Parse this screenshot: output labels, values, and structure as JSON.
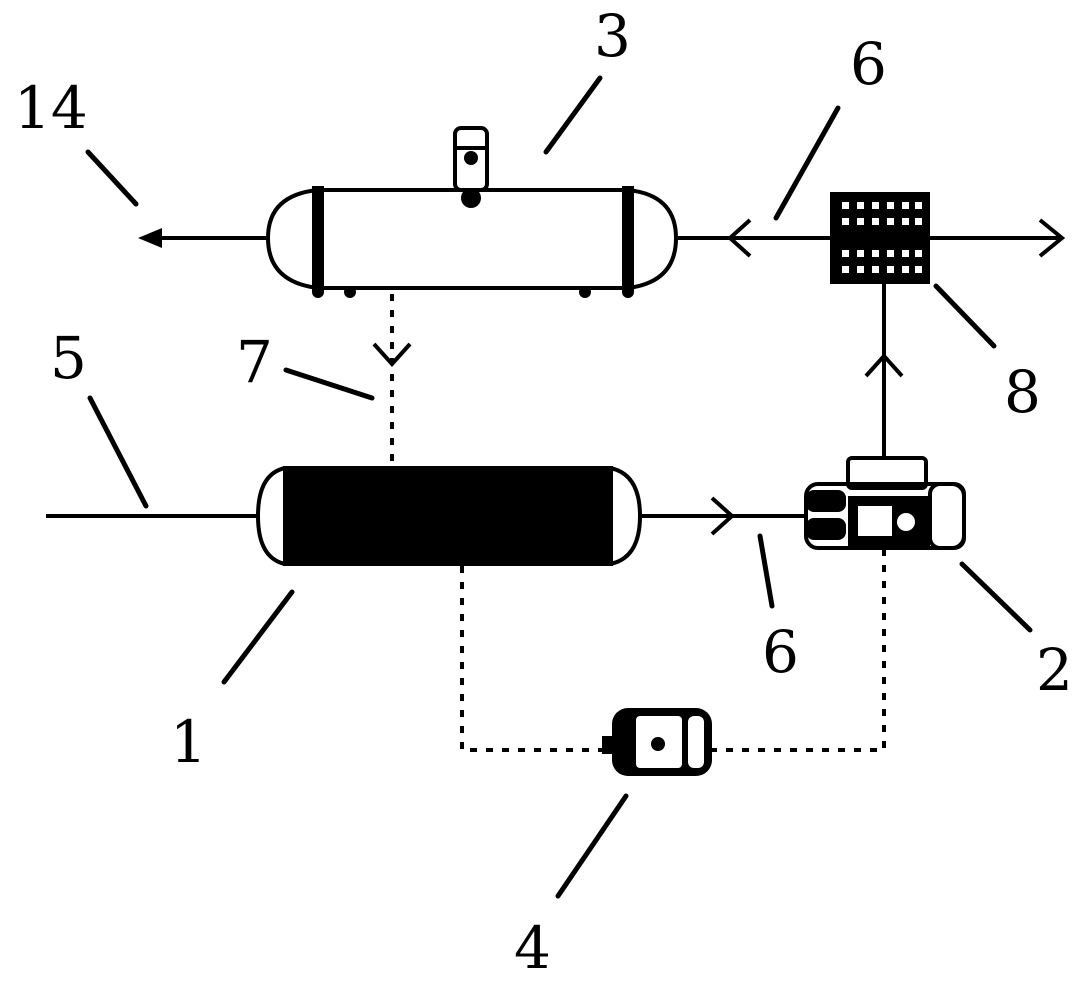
{
  "labels": {
    "l14": "14",
    "l3": "3",
    "l6_top": "6",
    "l5": "5",
    "l7": "7",
    "l8": "8",
    "l1": "1",
    "l6_bottom": "6",
    "l2": "2",
    "l4": "4"
  },
  "colors": {
    "ink": "#000000",
    "paper": "#ffffff"
  }
}
